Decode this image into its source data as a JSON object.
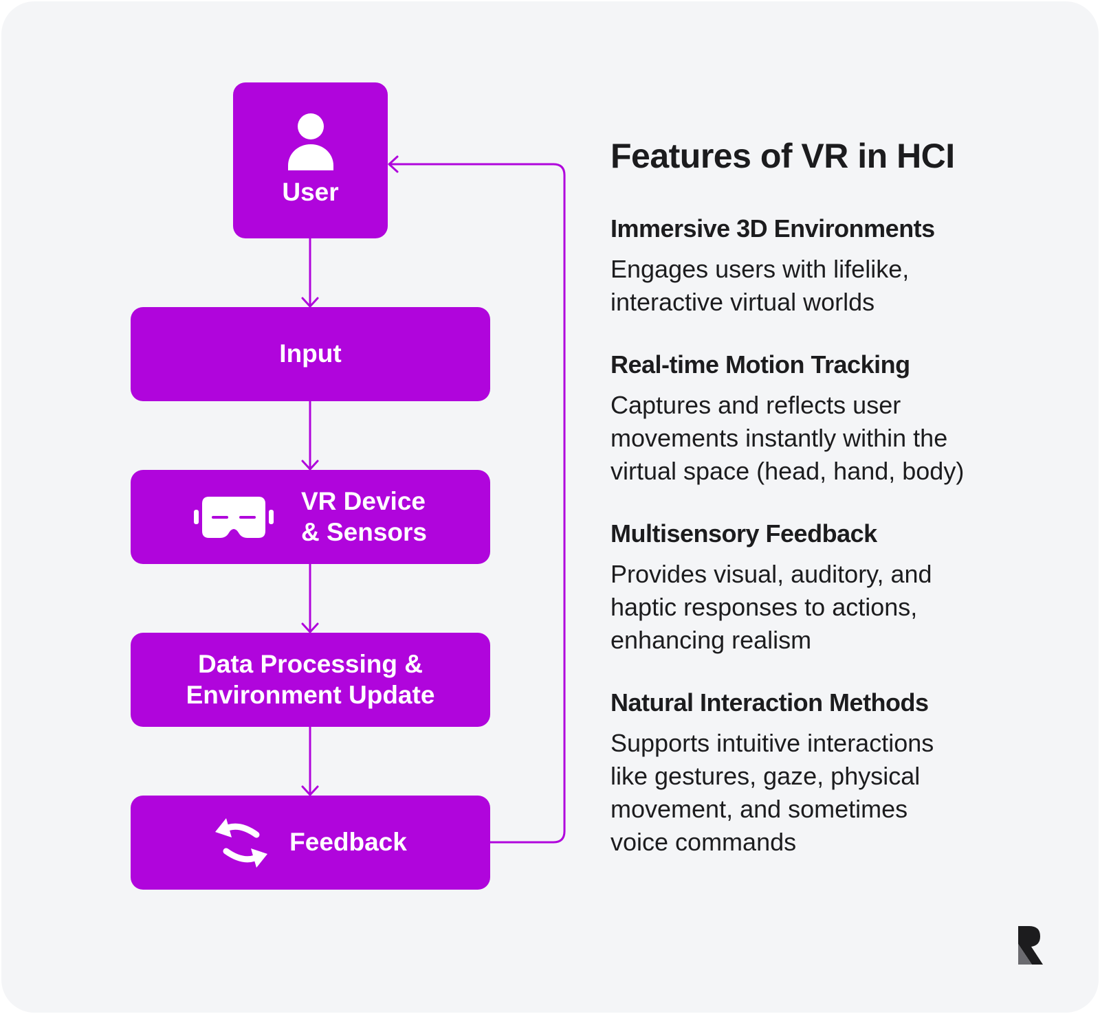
{
  "diagram": {
    "accent_color": "#b005dc",
    "nodes": [
      {
        "id": "user",
        "label": "User",
        "icon": "user-icon"
      },
      {
        "id": "input",
        "label": "Input"
      },
      {
        "id": "vr",
        "label": "VR Device\n& Sensors",
        "icon": "vr-headset-icon"
      },
      {
        "id": "data",
        "label": "Data Processing &\nEnvironment Update"
      },
      {
        "id": "feedback",
        "label": "Feedback",
        "icon": "refresh-arrows-icon"
      }
    ],
    "edges": [
      {
        "from": "user",
        "to": "input"
      },
      {
        "from": "input",
        "to": "vr"
      },
      {
        "from": "vr",
        "to": "data"
      },
      {
        "from": "data",
        "to": "feedback"
      },
      {
        "from": "feedback",
        "to": "user"
      }
    ]
  },
  "panel": {
    "title": "Features of VR in HCI",
    "features": [
      {
        "heading": "Immersive 3D Environments",
        "body": "Engages users with lifelike,\ninteractive virtual worlds"
      },
      {
        "heading": "Real-time Motion Tracking",
        "body": "Captures and reflects user\nmovements instantly within the\nvirtual space (head, hand, body)"
      },
      {
        "heading": "Multisensory Feedback",
        "body": "Provides visual, auditory, and\nhaptic responses to actions,\nenhancing realism"
      },
      {
        "heading": "Natural Interaction Methods",
        "body": "Supports intuitive interactions\nlike gestures, gaze, physical\nmovement, and sometimes\nvoice commands"
      }
    ]
  },
  "logo": {
    "icon": "brand-r-logo-icon"
  }
}
